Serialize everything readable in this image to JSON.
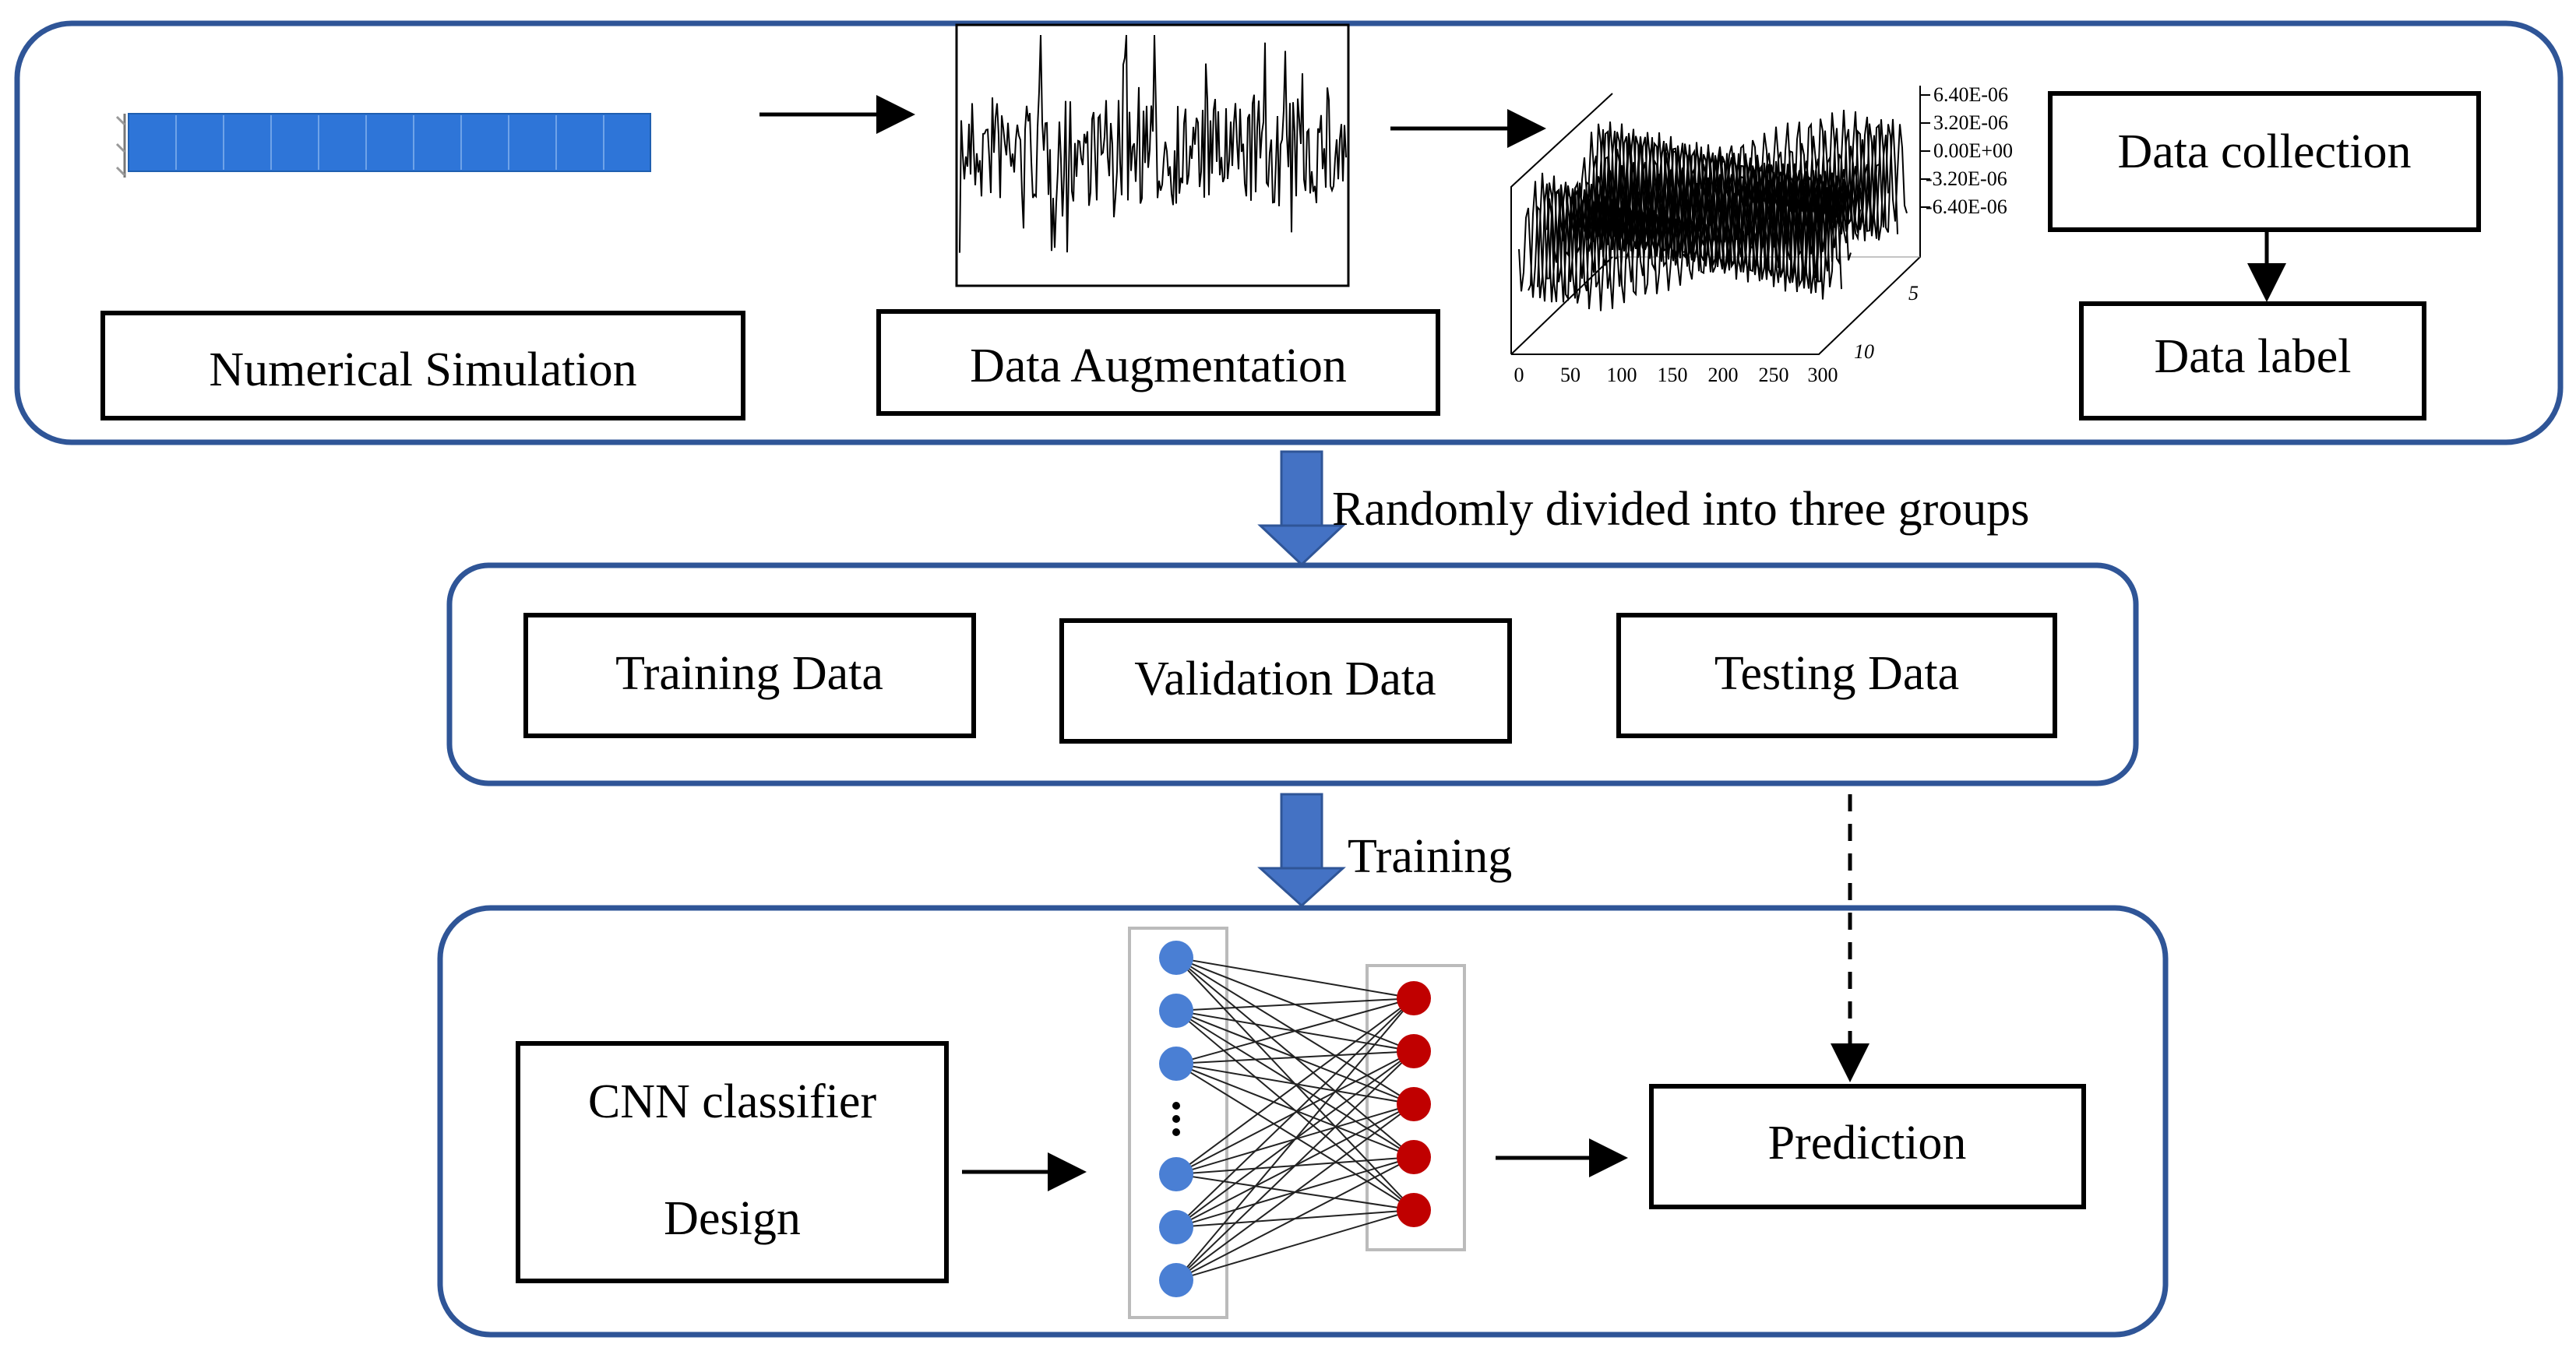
{
  "stage1": {
    "numerical_simulation": "Numerical Simulation",
    "data_augmentation": "Data Augmentation",
    "data_collection": "Data collection",
    "data_label": "Data label",
    "surface_plot": {
      "z_ticks": [
        "6.40E-06",
        "3.20E-06",
        "0.00E+00",
        "-3.20E-06",
        "-6.40E-06"
      ],
      "x_ticks": [
        "0",
        "50",
        "100",
        "150",
        "200",
        "250",
        "300"
      ],
      "y_ticks": [
        "5",
        "10"
      ]
    }
  },
  "split_label": "Randomly divided into three groups",
  "stage2": {
    "training": "Training Data",
    "validation": "Validation Data",
    "testing": "Testing Data"
  },
  "training_label": "Training",
  "stage3": {
    "cnn_line1": "CNN classifier",
    "cnn_line2": "Design",
    "prediction": "Prediction"
  },
  "colors": {
    "panel_border": "#2f5597",
    "block_arrow": "#4472c4",
    "beam": "#2e75d8",
    "input_node": "#4a7fd4",
    "output_node": "#c00000"
  },
  "icons": [
    "beam-model-icon",
    "noise-signal-icon",
    "surface-plot-icon",
    "neural-network-icon"
  ]
}
